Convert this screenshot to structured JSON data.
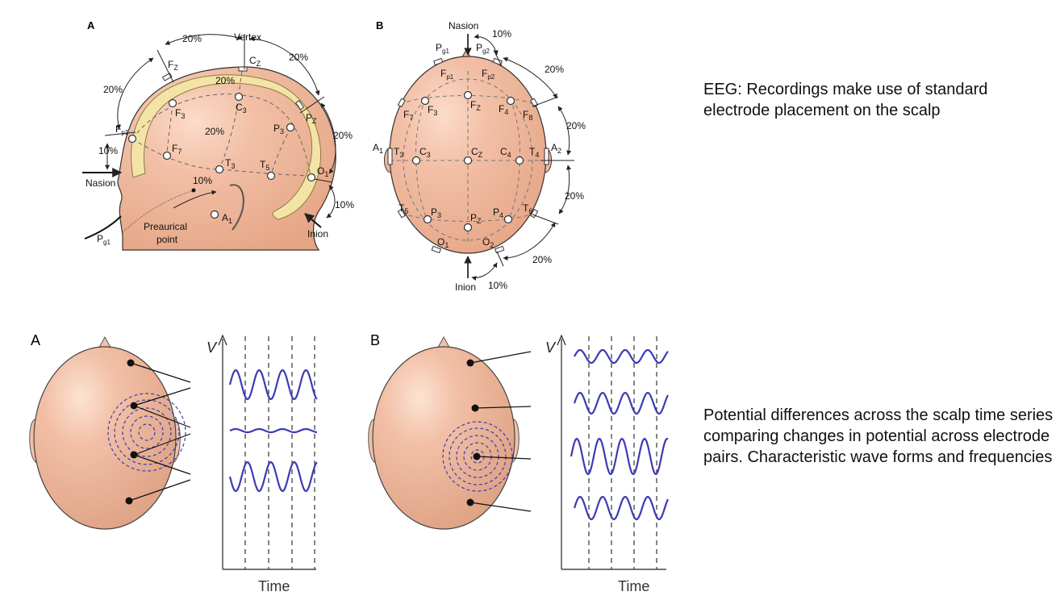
{
  "captions": {
    "top": "EEG: Recordings make use of standard electrode placement on the scalp",
    "bottom": "Potential differences across the scalp time series comparing changes in potential across electrode pairs. Characteristic wave forms and frequencies"
  },
  "panel_labels": {
    "top_a": "A",
    "top_b": "B",
    "bottom_a": "A",
    "bottom_b": "B"
  },
  "landmarks": {
    "vertex": "Vertex",
    "nasion": "Nasion",
    "inion": "Inion",
    "preauricular_line1": "Preaurical",
    "preauricular_line2": "point"
  },
  "percent_labels": {
    "p10": "10%",
    "p20": "20%"
  },
  "electrodes": {
    "fz": "F",
    "fz_sub": "Z",
    "cz": "C",
    "cz_sub": "Z",
    "pz": "P",
    "pz_sub": "Z",
    "fp1": "F",
    "fp1_sub": "p1",
    "fp2": "F",
    "fp2_sub": "p2",
    "f3": "F",
    "f3_sub": "3",
    "f4": "F",
    "f4_sub": "4",
    "f7": "F",
    "f7_sub": "7",
    "f8": "F",
    "f8_sub": "8",
    "c3": "C",
    "c3_sub": "3",
    "c4": "C",
    "c4_sub": "4",
    "t3": "T",
    "t3_sub": "3",
    "t4": "T",
    "t4_sub": "4",
    "t5": "T",
    "t5_sub": "5",
    "t6": "T",
    "t6_sub": "6",
    "p3": "P",
    "p3_sub": "3",
    "p4": "P",
    "p4_sub": "4",
    "o1": "O",
    "o1_sub": "1",
    "o2": "O",
    "o2_sub": "2",
    "a1": "A",
    "a1_sub": "1",
    "a2": "A",
    "a2_sub": "2",
    "pg1": "P",
    "pg1_sub": "g1",
    "pg2": "P",
    "pg2_sub": "g2"
  },
  "axes": {
    "y_label": "V",
    "x_label": "Time"
  },
  "colors": {
    "skin": "#efb9a0",
    "skin_edge": "#333333",
    "bone": "#f4e3a6",
    "wave": "#3b3bb5",
    "dashed": "#3a3a3a"
  }
}
